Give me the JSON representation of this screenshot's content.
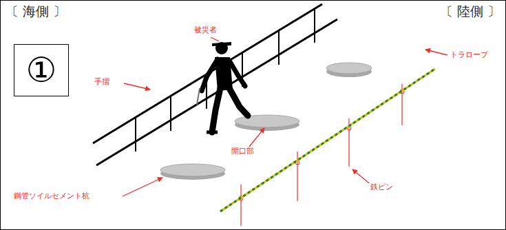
{
  "diagram": {
    "nodes": [
      {
        "text": [
          "①"
        ]
      }
    ],
    "labels": [
      "〔 海側 〕",
      "〔 陸側 〕",
      "被災者",
      "手摺",
      "開口部",
      "鋼管ソイルセメント杭",
      "鉄ピン",
      "トラロープ"
    ]
  }
}
